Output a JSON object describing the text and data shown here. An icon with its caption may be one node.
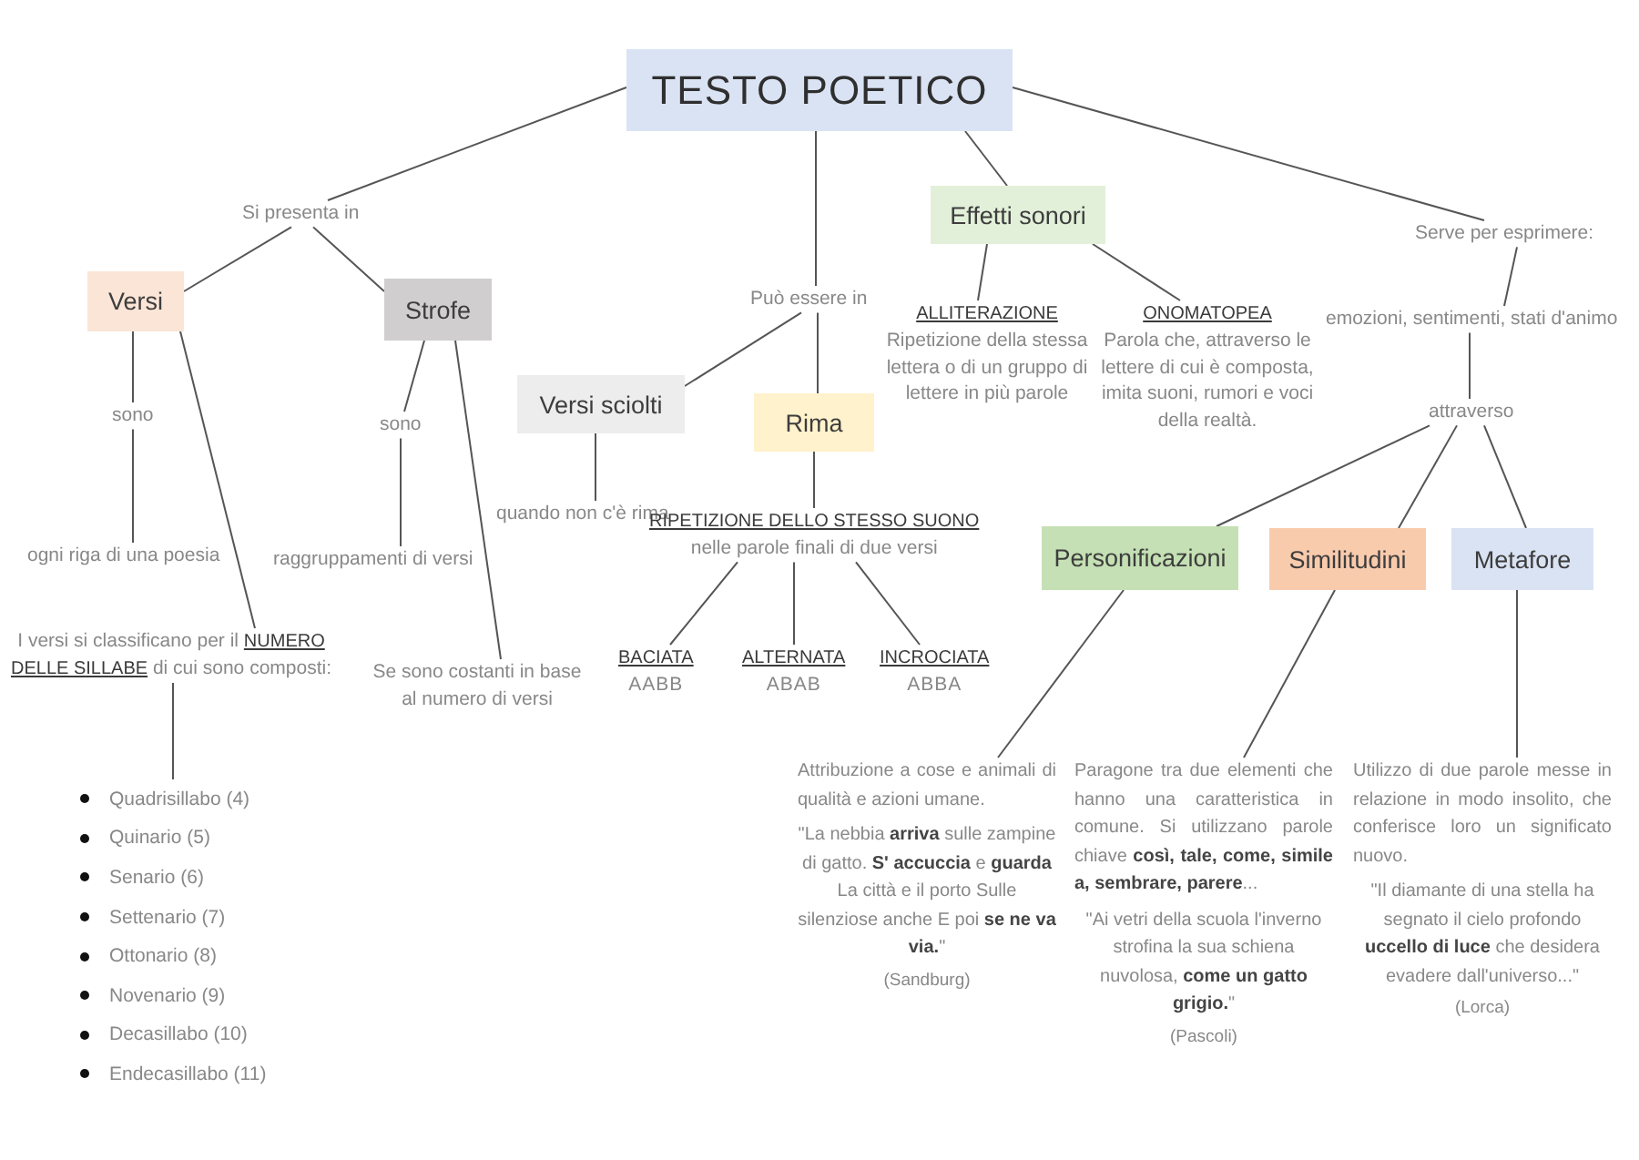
{
  "diagram": {
    "nodes": [
      {
        "text": [
          "TESTO POETICO"
        ]
      },
      {
        "text": [
          "Si presenta in"
        ]
      },
      {
        "text": [
          "Versi"
        ]
      },
      {
        "text": [
          "Strofe"
        ]
      },
      {
        "text": [
          "sono"
        ]
      },
      {
        "text": [
          "sono"
        ]
      },
      {
        "text": [
          "ogni riga di una poesia"
        ]
      },
      {
        "text": [
          "raggruppamenti di versi"
        ]
      },
      {
        "text": [
          "I versi si classificano per il **NUMERO DELLE SILLABE** di cui sono composti:"
        ]
      },
      {
        "text": [
          "Se sono costanti in base al numero di versi"
        ]
      },
      {
        "text": [
          "Quadrisillabo (4)",
          "Quinario (5)",
          "Senario (6)",
          "Settenario (7)",
          "Ottonario (8)",
          "Novenario (9)",
          "Decasillabo (10)",
          "Endecasillabo (11)"
        ]
      },
      {
        "text": [
          "Può essere in"
        ]
      },
      {
        "text": [
          "Versi sciolti"
        ]
      },
      {
        "text": [
          "Rima"
        ]
      },
      {
        "text": [
          "quando non c'è rima"
        ]
      },
      {
        "text": [
          "RIPETIZIONE DELLO STESSO SUONO",
          "nelle parole finali di due versi"
        ]
      },
      {
        "text": [
          "BACIATA",
          "AABB"
        ]
      },
      {
        "text": [
          "ALTERNATA",
          "ABAB"
        ]
      },
      {
        "text": [
          "INCROCIATA",
          "ABBA"
        ]
      },
      {
        "text": [
          "Effetti sonori"
        ]
      },
      {
        "text": [
          "ALLITERAZIONE",
          "Ripetizione della stessa lettera o di un gruppo di lettere in più parole"
        ]
      },
      {
        "text": [
          "ONOMATOPEA",
          "Parola che, attraverso le lettere di cui è composta, imita suoni, rumori e voci della realtà."
        ]
      },
      {
        "text": [
          "Serve per esprimere:"
        ]
      },
      {
        "text": [
          "emozioni, sentimenti, stati d'animo"
        ]
      },
      {
        "text": [
          "attraverso"
        ]
      },
      {
        "text": [
          "Personificazioni"
        ]
      },
      {
        "text": [
          "Similitudini"
        ]
      },
      {
        "text": [
          "Metafore"
        ]
      },
      {
        "text": [
          "Attribuzione a cose e animali di qualità e azioni umane.",
          "\"La nebbia **arriva** sulle zampine di gatto. **S' accuccia** e **guarda** La città e il porto Sulle silenziose anche E poi **se ne va via.**\"",
          "(Sandburg)"
        ]
      },
      {
        "text": [
          "Paragone tra due elementi che hanno una caratteristica in comune. Si utilizzano parole chiave **così, tale, come, simile a, sembrare, parere**...",
          "\"Ai vetri della scuola l'inverno strofina la sua schiena nuvolosa, **come un gatto grigio.**\"",
          "(Pascoli)"
        ]
      },
      {
        "text": [
          "Utilizzo di due parole messe in relazione in modo insolito, che conferisce loro un significato nuovo.",
          "\"Il diamante di una stella ha segnato il cielo profondo **uccello di luce** che desidera evadere dall'universo...\"",
          "(Lorca)"
        ]
      }
    ],
    "edges": [
      {
        "from": 0,
        "to": 1,
        "arrow": "none"
      },
      {
        "from": 1,
        "to": 2,
        "arrow": "none"
      },
      {
        "from": 1,
        "to": 3,
        "arrow": "none"
      },
      {
        "from": 2,
        "to": 4,
        "arrow": "none"
      },
      {
        "from": 4,
        "to": 6,
        "arrow": "none"
      },
      {
        "from": 2,
        "to": 8,
        "arrow": "none"
      },
      {
        "from": 3,
        "to": 5,
        "arrow": "none"
      },
      {
        "from": 5,
        "to": 7,
        "arrow": "none"
      },
      {
        "from": 3,
        "to": 9,
        "arrow": "none"
      },
      {
        "from": 8,
        "to": 10,
        "arrow": "none"
      },
      {
        "from": 0,
        "to": 11,
        "arrow": "none"
      },
      {
        "from": 11,
        "to": 12,
        "arrow": "none"
      },
      {
        "from": 11,
        "to": 13,
        "arrow": "none"
      },
      {
        "from": 12,
        "to": 14,
        "arrow": "none"
      },
      {
        "from": 13,
        "to": 15,
        "arrow": "none"
      },
      {
        "from": 15,
        "to": 16,
        "arrow": "none"
      },
      {
        "from": 15,
        "to": 17,
        "arrow": "none"
      },
      {
        "from": 15,
        "to": 18,
        "arrow": "none"
      },
      {
        "from": 0,
        "to": 19,
        "arrow": "none"
      },
      {
        "from": 19,
        "to": 20,
        "arrow": "none"
      },
      {
        "from": 19,
        "to": 21,
        "arrow": "none"
      },
      {
        "from": 0,
        "to": 22,
        "arrow": "none"
      },
      {
        "from": 22,
        "to": 23,
        "arrow": "none"
      },
      {
        "from": 23,
        "to": 24,
        "arrow": "none"
      },
      {
        "from": 24,
        "to": 25,
        "arrow": "none"
      },
      {
        "from": 24,
        "to": 26,
        "arrow": "none"
      },
      {
        "from": 24,
        "to": 27,
        "arrow": "none"
      },
      {
        "from": 25,
        "to": 28,
        "arrow": "none"
      },
      {
        "from": 26,
        "to": 29,
        "arrow": "none"
      },
      {
        "from": 27,
        "to": 30,
        "arrow": "none"
      }
    ]
  }
}
